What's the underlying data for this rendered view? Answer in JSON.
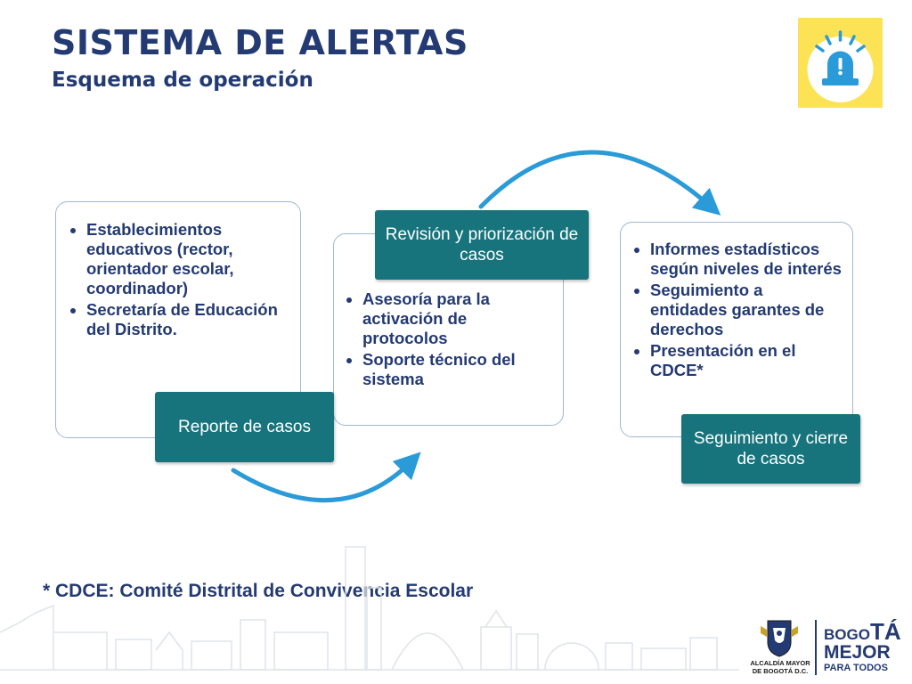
{
  "header": {
    "title": "SISTEMA DE ALERTAS",
    "subtitle": "Esquema de operación"
  },
  "stages": [
    {
      "label": "Reporte de casos",
      "items": [
        "Establecimientos educativos (rector, orientador escolar, coordinador)",
        "Secretaría de Educación del Distrito."
      ]
    },
    {
      "label": "Revisión y priorización de casos",
      "items": [
        "Asesoría  para la activación de protocolos",
        "Soporte técnico del sistema"
      ]
    },
    {
      "label": "Seguimiento y cierre de casos",
      "items": [
        "Informes estadísticos según niveles de interés",
        "Seguimiento a entidades garantes de derechos",
        "Presentación en el CDCE*"
      ]
    }
  ],
  "footnote": "* CDCE: Comité Distrital de Convivencia Escolar",
  "logos": {
    "alcaldia_line1": "ALCALDÍA MAYOR",
    "alcaldia_line2": "DE BOGOTÁ D.C.",
    "bogota_prefix": "BOGO",
    "bogota_suffix": "TÁ",
    "mejor": "MEJOR",
    "para_todos": "PARA TODOS"
  },
  "colors": {
    "title": "#233a73",
    "label_fill": "#17737c",
    "arrow": "#2a9ad8",
    "badge": "#fce356"
  },
  "icons": {
    "badge": "siren-alert-icon",
    "skyline": "city-skyline-graphic",
    "escudo": "bogota-coat-of-arms-icon"
  }
}
